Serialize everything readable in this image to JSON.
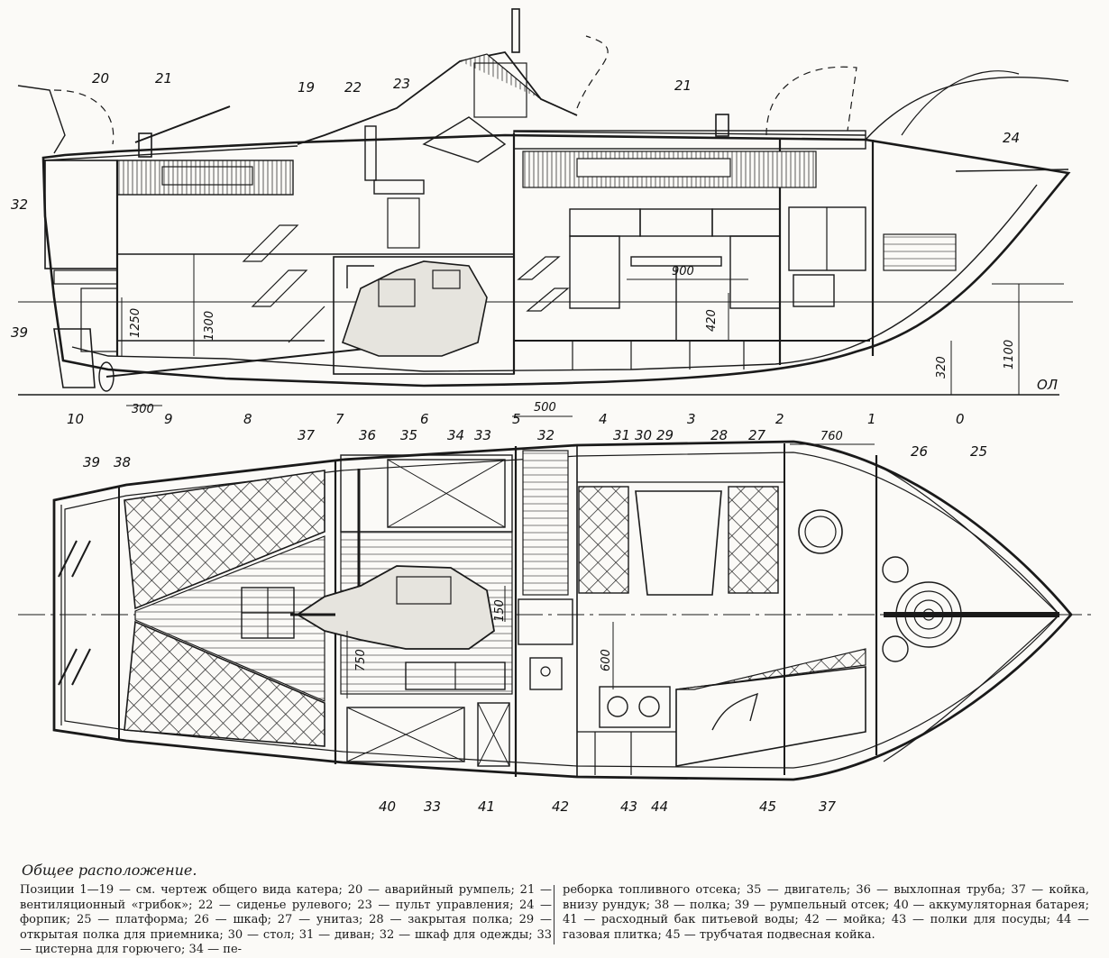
{
  "side_view": {
    "callouts": [
      {
        "id": "label-20",
        "text": "20"
      },
      {
        "id": "label-21a",
        "text": "21"
      },
      {
        "id": "label-19",
        "text": "19"
      },
      {
        "id": "label-22",
        "text": "22"
      },
      {
        "id": "label-23",
        "text": "23"
      },
      {
        "id": "label-21b",
        "text": "21"
      },
      {
        "id": "label-24",
        "text": "24"
      },
      {
        "id": "label-32",
        "text": "32"
      },
      {
        "id": "label-39",
        "text": "39"
      }
    ],
    "dimensions": [
      {
        "id": "dim-1250",
        "text": "1250"
      },
      {
        "id": "dim-1300",
        "text": "1300"
      },
      {
        "id": "dim-900",
        "text": "900"
      },
      {
        "id": "dim-420",
        "text": "420"
      },
      {
        "id": "dim-320",
        "text": "320"
      },
      {
        "id": "dim-1100",
        "text": "1100"
      },
      {
        "id": "dim-300",
        "text": "300"
      },
      {
        "id": "dim-500",
        "text": "500"
      }
    ],
    "waterline_label": "ОЛ",
    "frame_numbers": [
      "10",
      "9",
      "8",
      "7",
      "6",
      "5",
      "4",
      "3",
      "2",
      "1",
      "0"
    ]
  },
  "plan_view": {
    "top_callouts": [
      {
        "id": "label-39p",
        "text": "39"
      },
      {
        "id": "label-38",
        "text": "38"
      },
      {
        "id": "label-37a",
        "text": "37"
      },
      {
        "id": "label-36",
        "text": "36"
      },
      {
        "id": "label-35",
        "text": "35"
      },
      {
        "id": "label-34",
        "text": "34"
      },
      {
        "id": "label-33a",
        "text": "33"
      },
      {
        "id": "label-32p",
        "text": "32"
      },
      {
        "id": "label-31",
        "text": "31"
      },
      {
        "id": "label-30",
        "text": "30"
      },
      {
        "id": "label-29",
        "text": "29"
      },
      {
        "id": "label-28",
        "text": "28"
      },
      {
        "id": "label-27",
        "text": "27"
      },
      {
        "id": "label-26",
        "text": "26"
      },
      {
        "id": "label-25",
        "text": "25"
      }
    ],
    "bottom_callouts": [
      {
        "id": "label-40",
        "text": "40"
      },
      {
        "id": "label-33b",
        "text": "33"
      },
      {
        "id": "label-41",
        "text": "41"
      },
      {
        "id": "label-42",
        "text": "42"
      },
      {
        "id": "label-43",
        "text": "43"
      },
      {
        "id": "label-44",
        "text": "44"
      },
      {
        "id": "label-45",
        "text": "45"
      },
      {
        "id": "label-37b",
        "text": "37"
      }
    ],
    "dimensions": [
      {
        "id": "dim-760",
        "text": "760"
      },
      {
        "id": "dim-150",
        "text": "150"
      },
      {
        "id": "dim-600",
        "text": "600"
      },
      {
        "id": "dim-750",
        "text": "750"
      }
    ]
  },
  "caption": {
    "title": "Общее расположение.",
    "left_column": "Позиции 1—19 — см. чертеж общего вида катера; 20 — аварийный румпель; 21 — вентиляционный «грибок»; 22 — сиденье рулевого; 23 — пульт управления; 24 — форпик; 25 — платформа; 26 — шкаф; 27 — унитаз; 28 — закрытая полка; 29 — открытая полка для приемника; 30 — стол; 31 — диван; 32 — шкаф для одежды; 33 — цистерна для горючего; 34 — пе-",
    "right_column": "реборка топливного отсека; 35 — двигатель; 36 — выхлопная труба; 37 — койка, внизу рундук; 38 — полка; 39 — румпельный отсек; 40 — аккумуляторная батарея; 41 — расходный бак питьевой воды; 42 — мойка; 43 — полки для посуды; 44 — газовая плитка; 45 — трубчатая подвесная койка."
  }
}
